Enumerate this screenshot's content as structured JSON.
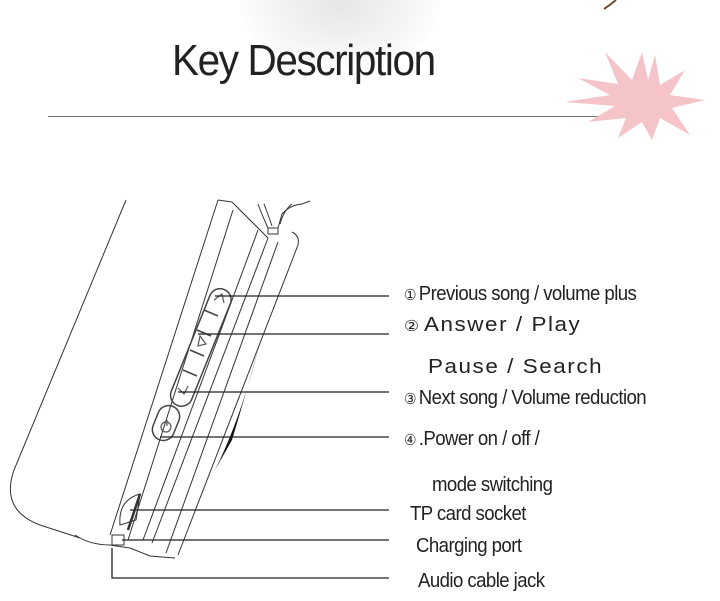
{
  "header": {
    "title": "Key Description"
  },
  "accent_colors": {
    "starburst": "#f4c4c8",
    "title_rule": "#777777",
    "line_art": "#333333"
  },
  "callouts": [
    {
      "number": "①",
      "text": "Previous song / volume plus"
    },
    {
      "number": "②",
      "text": "Answer / Play"
    },
    {
      "number": "",
      "text": "Pause / Search"
    },
    {
      "number": "③",
      "text": "Next song / Volume reduction"
    },
    {
      "number": "④",
      "text": ".Power on / off /"
    },
    {
      "number": "",
      "text": "mode switching"
    },
    {
      "number": "",
      "text": "TP card socket"
    },
    {
      "number": "",
      "text": "Charging port"
    },
    {
      "number": "",
      "text": "Audio cable jack"
    }
  ],
  "icons": {
    "volume_plus": "chevron-up",
    "play": "triangle-play",
    "volume_minus": "chevron-down",
    "power": "power-symbol"
  }
}
